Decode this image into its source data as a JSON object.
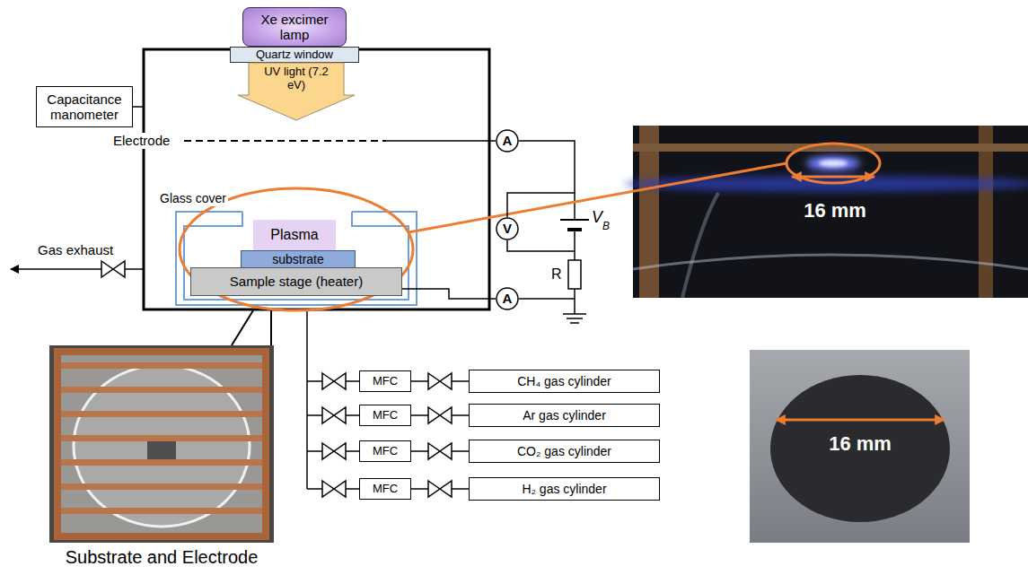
{
  "diagram": {
    "nodes": [
      {
        "text": [
          "Xe excimer lamp"
        ]
      },
      {
        "text": [
          "Quartz window"
        ]
      },
      {
        "text": [
          "Capacitance manometer"
        ]
      },
      {
        "text": [
          "UV light (7.2 eV)"
        ]
      },
      {
        "text": [
          "A"
        ]
      },
      {
        "text": [
          "V"
        ]
      },
      {
        "text": [
          "Plasma"
        ]
      },
      {
        "text": [
          "substrate"
        ]
      },
      {
        "text": [
          "Sample stage (heater)"
        ]
      },
      {
        "text": [
          "A"
        ]
      },
      {
        "text": [
          "MFC"
        ]
      },
      {
        "text": [
          "CH₄ gas cylinder"
        ]
      },
      {
        "text": [
          "MFC"
        ]
      },
      {
        "text": [
          "Ar gas cylinder"
        ]
      },
      {
        "text": [
          "MFC"
        ]
      },
      {
        "text": [
          "CO₂ gas cylinder"
        ]
      },
      {
        "text": [
          "MFC"
        ]
      },
      {
        "text": [
          "H₂ gas cylinder"
        ]
      }
    ],
    "edges": [
      {
        "from": 4,
        "to": 5,
        "arrow": "none"
      },
      {
        "from": 10,
        "to": 11,
        "arrow": "none"
      },
      {
        "from": 12,
        "to": 13,
        "arrow": "none"
      },
      {
        "from": 14,
        "to": 15,
        "arrow": "none"
      },
      {
        "from": 16,
        "to": 17,
        "arrow": "none"
      }
    ],
    "labels": [
      "Electrode",
      "Glass cover",
      "Gas exhaust",
      "V",
      "B",
      "R",
      "Substrate and Electrode",
      "16 mm",
      "16 mm"
    ]
  }
}
